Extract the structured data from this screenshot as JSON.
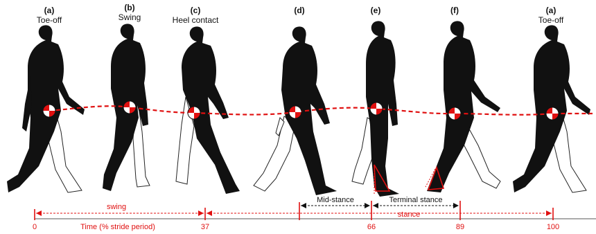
{
  "phases": [
    {
      "letter": "(a)",
      "name": "Toe-off"
    },
    {
      "letter": "(b)",
      "name": "Swing"
    },
    {
      "letter": "(c)",
      "name": "Heel contact"
    },
    {
      "letter": "(d)",
      "name": ""
    },
    {
      "letter": "(e)",
      "name": ""
    },
    {
      "letter": "(f)",
      "name": ""
    },
    {
      "letter": "(a)",
      "name": "Toe-off"
    }
  ],
  "timeline": {
    "swing_label": "swing",
    "stance_label": "stance",
    "mid_stance_label": "Mid-stance",
    "terminal_stance_label": "Terminal stance",
    "axis_title": "Time (% stride period)",
    "ticks": [
      "0",
      "37",
      "66",
      "89",
      "100"
    ]
  },
  "colors": {
    "accent": "#e01010",
    "figure": "#111111"
  }
}
